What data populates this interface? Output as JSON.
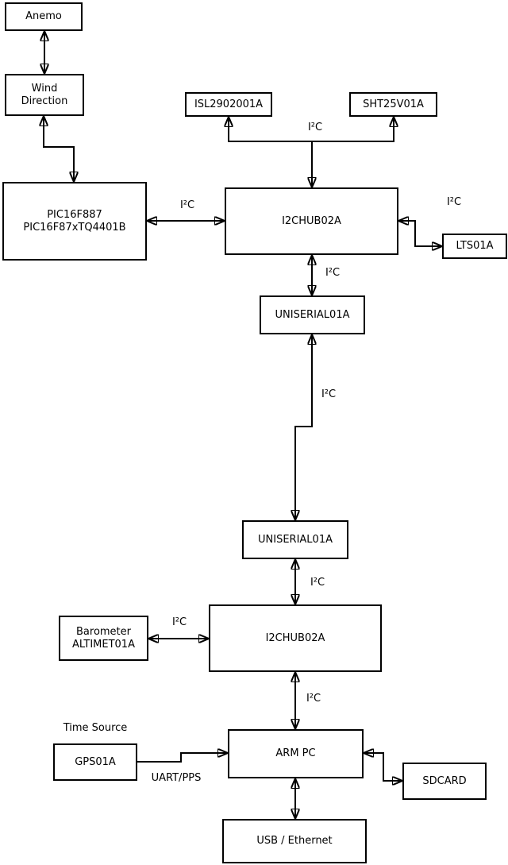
{
  "diagram": {
    "colors": {
      "background": "#ffffff",
      "line": "#000000",
      "box_fill": "#ffffff",
      "text": "#000000"
    },
    "nodes": [
      {
        "id": "anemo",
        "lines": [
          "Anemo"
        ]
      },
      {
        "id": "wind-direction",
        "lines": [
          "Wind",
          "Direction"
        ]
      },
      {
        "id": "pic16f887",
        "lines": [
          "PIC16F887",
          "PIC16F87xTQ4401B"
        ]
      },
      {
        "id": "isl2902001a",
        "lines": [
          "ISL2902001A"
        ]
      },
      {
        "id": "sht25v01a",
        "lines": [
          "SHT25V01A"
        ]
      },
      {
        "id": "i2chub02a-1",
        "lines": [
          "I2CHUB02A"
        ]
      },
      {
        "id": "lts01a",
        "lines": [
          "LTS01A"
        ]
      },
      {
        "id": "uniserial01a-1",
        "lines": [
          "UNISERIAL01A"
        ]
      },
      {
        "id": "uniserial01a-2",
        "lines": [
          "UNISERIAL01A"
        ]
      },
      {
        "id": "barometer",
        "lines": [
          "Barometer",
          "ALTIMET01A"
        ]
      },
      {
        "id": "i2chub02a-2",
        "lines": [
          "I2CHUB02A"
        ]
      },
      {
        "id": "gps01a",
        "lines": [
          "GPS01A"
        ]
      },
      {
        "id": "arm-pc",
        "lines": [
          "ARM PC"
        ]
      },
      {
        "id": "sdcard",
        "lines": [
          "SDCARD"
        ]
      },
      {
        "id": "usb-ethernet",
        "lines": [
          "USB / Ethernet"
        ]
      }
    ],
    "edge_labels": [
      {
        "id": "i2c-sensors-bus",
        "text": "I²C"
      },
      {
        "id": "i2c-pic-hub1",
        "text": "I²C"
      },
      {
        "id": "i2c-hub1-lts",
        "text": "I²C"
      },
      {
        "id": "i2c-hub1-uniserial",
        "text": "I²C"
      },
      {
        "id": "i2c-uniserial-link",
        "text": "I²C"
      },
      {
        "id": "i2c-uniserial-hub2",
        "text": "I²C"
      },
      {
        "id": "i2c-barometer-hub2",
        "text": "I²C"
      },
      {
        "id": "i2c-hub2-armpc",
        "text": "I²C"
      },
      {
        "id": "time-source",
        "text": "Time Source"
      },
      {
        "id": "uart-pps",
        "text": "UART/PPS"
      }
    ]
  }
}
